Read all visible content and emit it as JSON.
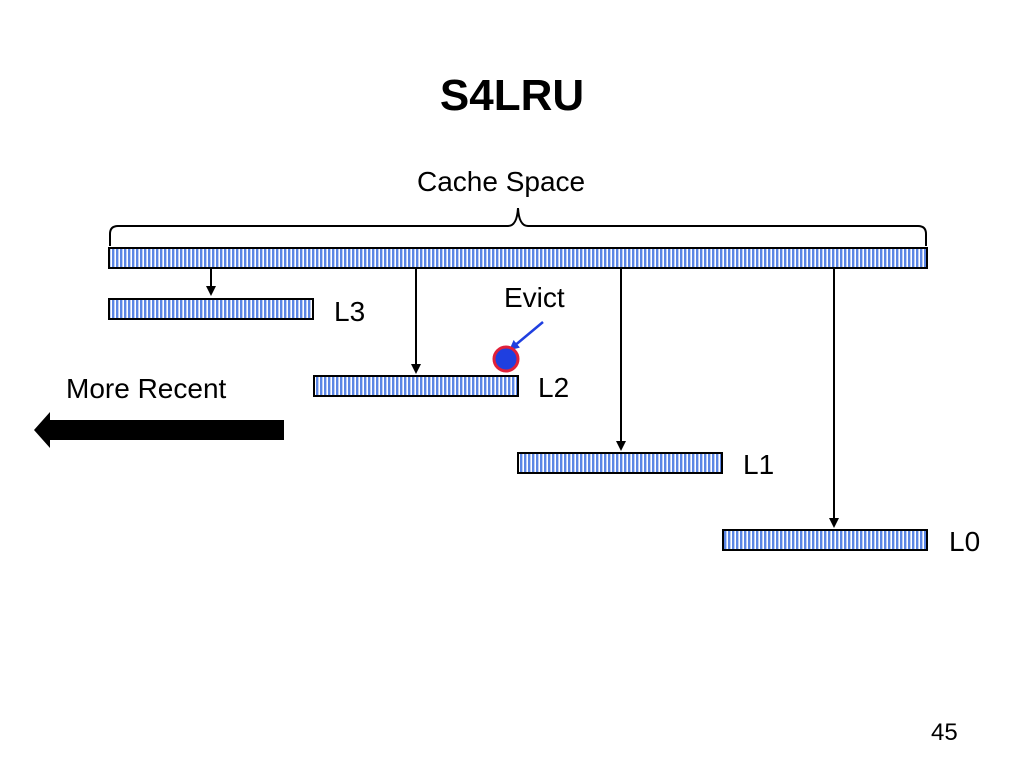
{
  "slide": {
    "title": "S4LRU",
    "page_number": "45"
  },
  "diagram": {
    "cache_space_label": "Cache Space",
    "evict_label": "Evict",
    "direction_label": "More Recent",
    "levels": [
      {
        "id": "l3",
        "label": "L3"
      },
      {
        "id": "l2",
        "label": "L2"
      },
      {
        "id": "l1",
        "label": "L1"
      },
      {
        "id": "l0",
        "label": "L0"
      }
    ]
  },
  "colors": {
    "bar_fill": "#5b86e5",
    "bar_stripe": "#ffffff",
    "bar_border": "#000000",
    "evict_dot_fill": "#1f3fe0",
    "evict_dot_border": "#e0203a",
    "evict_arrow": "#1f3fe0",
    "arrow": "#000000"
  }
}
